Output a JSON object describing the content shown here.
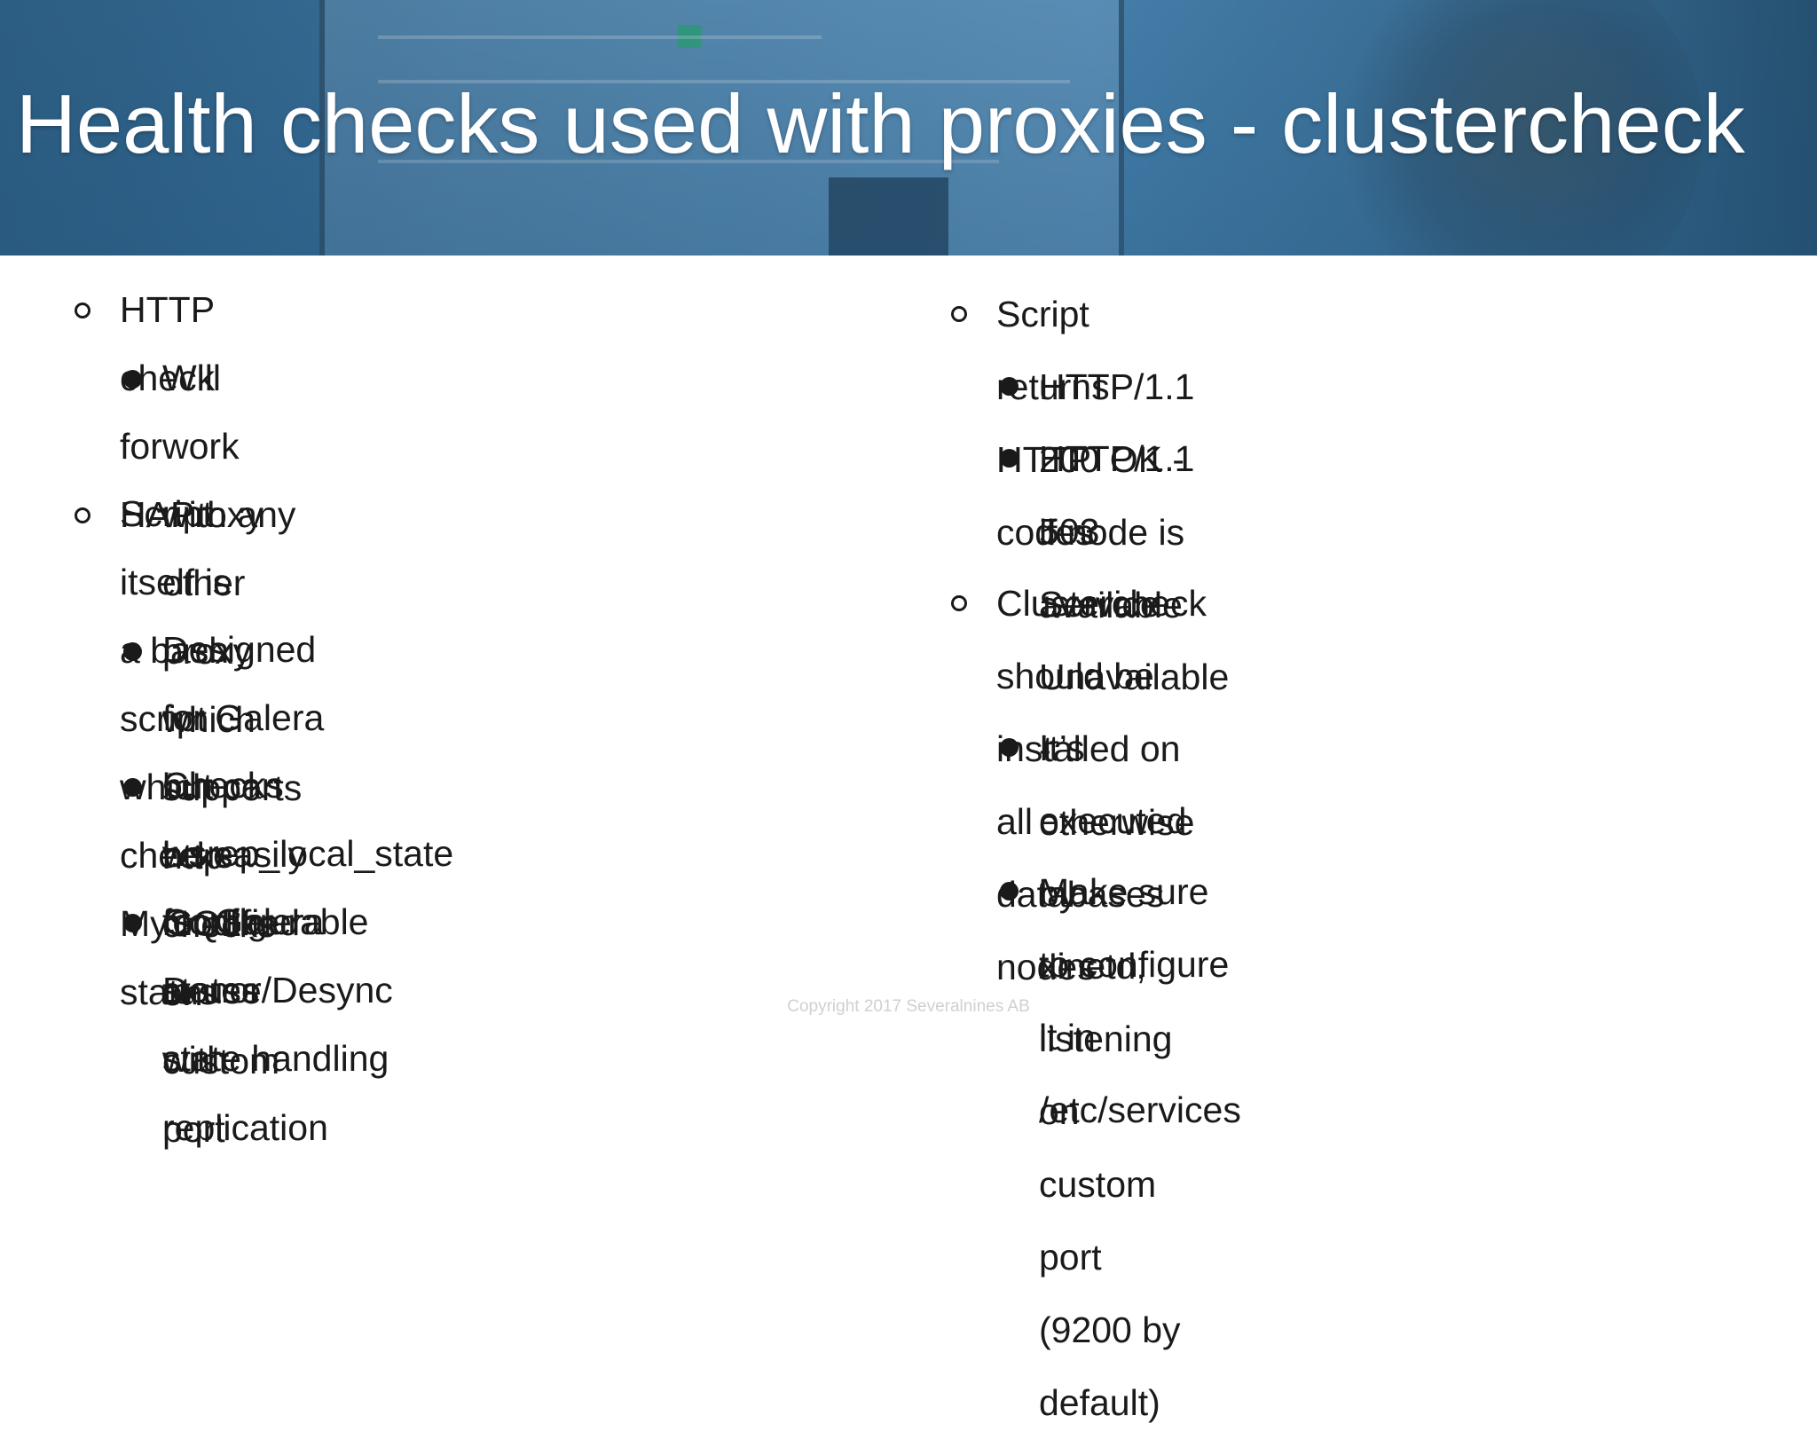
{
  "slide": {
    "title": "Health checks used with proxies - clustercheck",
    "footer": "Copyright 2017 Severalnines AB"
  },
  "left_column": {
    "items": [
      {
        "level": 1,
        "lines": [
          "HTTP check for HAProxy"
        ]
      },
      {
        "level": 2,
        "lines": [
          "Will work with any other proxy which",
          "supports http checks on custom port"
        ]
      },
      {
        "level": 1,
        "lines": [
          "Script itself is a bash script which checks",
          "MySQL status"
        ]
      },
      {
        "level": 2,
        "lines": [
          "Designed for Galera but can be easily",
          "modified to use with replication"
        ]
      },
      {
        "level": 2,
        "lines": [
          "Checks wsrep_local_state for Galera",
          "states"
        ]
      },
      {
        "level": 2,
        "lines": [
          "Configurable Donor/Desync state handling"
        ]
      }
    ]
  },
  "right_column": {
    "items": [
      {
        "level": 1,
        "lines": [
          "Script returns HTTP codes"
        ]
      },
      {
        "level": 2,
        "lines": [
          "HTTP/1.1 200 OK - if node is available"
        ]
      },
      {
        "level": 2,
        "lines": [
          "HTTP/1.1 503 Service Unavailable -",
          "otherwise"
        ]
      },
      {
        "level": 1,
        "lines": [
          "Clustercheck should be installed on all",
          "databases nodes"
        ]
      },
      {
        "level": 2,
        "lines": [
          "It’s executed by xinetd, listening on",
          "custom port (9200 by default)"
        ]
      },
      {
        "level": 2,
        "lines": [
          "Make sure to configure it in /etc/services"
        ]
      }
    ]
  },
  "colors": {
    "text": "#1a1a1a",
    "title": "#ffffff",
    "banner": "#3f79a3",
    "footer": "#d0d0d0"
  },
  "icons": {
    "level1": "hollow-circle-bullet-icon",
    "level2": "filled-circle-bullet-icon"
  }
}
